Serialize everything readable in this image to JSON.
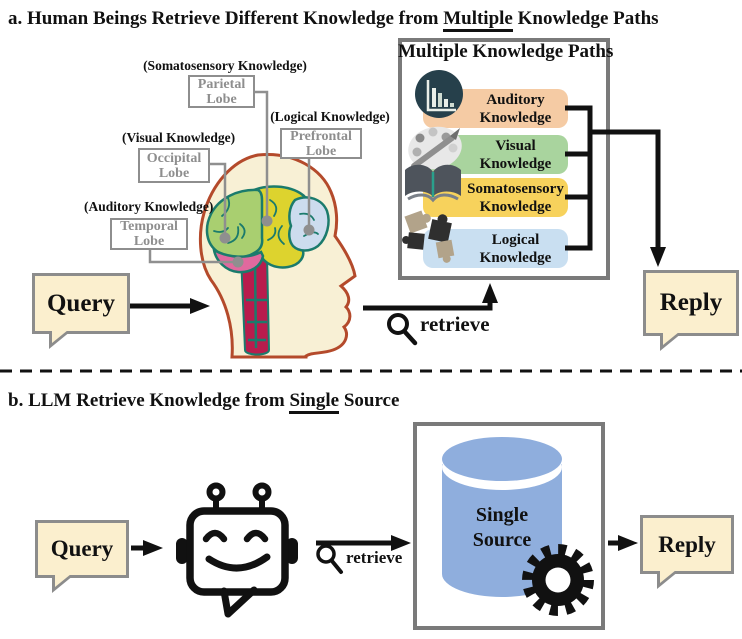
{
  "panel_a": {
    "title": {
      "prefix": "a. Human Beings Retrieve Different Knowledge from ",
      "underlined": "Multiple",
      "suffix": " Knowledge Paths"
    },
    "brain": {
      "captions": {
        "somatosensory": "(Somatosensory Knowledge)",
        "logical": "(Logical Knowledge)",
        "visual": "(Visual Knowledge)",
        "auditory": "(Auditory Knowledge)"
      },
      "lobes": {
        "parietal": {
          "line1": "Parietal",
          "line2": "Lobe"
        },
        "prefrontal": {
          "line1": "Prefrontal",
          "line2": "Lobe"
        },
        "occipital": {
          "line1": "Occipital",
          "line2": "Lobe"
        },
        "temporal": {
          "line1": "Temporal",
          "line2": "Lobe"
        }
      }
    },
    "paths_box": {
      "title": "Multiple Knowledge Paths",
      "items": [
        {
          "line1": "Auditory",
          "line2": "Knowledge",
          "icon": "bar-chart-icon",
          "color": "#F5CBA4"
        },
        {
          "line1": "Visual",
          "line2": "Knowledge",
          "icon": "palette-icon",
          "color": "#A9D49E"
        },
        {
          "line1": "Somatosensory",
          "line2": "Knowledge",
          "icon": "open-book-icon",
          "color": "#F7D25C"
        },
        {
          "line1": "Logical",
          "line2": "Knowledge",
          "icon": "puzzle-icon",
          "color": "#C9DFF1"
        }
      ]
    },
    "query_label": "Query",
    "reply_label": "Reply",
    "retrieve_label": "retrieve"
  },
  "panel_b": {
    "title": {
      "prefix": "b. LLM Retrieve Knowledge from ",
      "underlined": "Single",
      "suffix": " Source"
    },
    "query_label": "Query",
    "reply_label": "Reply",
    "retrieve_label": "retrieve",
    "source": {
      "line1": "Single",
      "line2": "Source"
    }
  },
  "colors": {
    "bubble_fill": "#FBEFCE",
    "bubble_border": "#8C8C8C",
    "box_border": "#7A7A7A",
    "auditory_bar": "#F5CBA4",
    "visual_bar": "#A9D49E",
    "somatosensory_bar": "#F7D25C",
    "logical_bar": "#C9DFF1",
    "cylinder_blue": "#8FAEDD",
    "arrow_black": "#111111",
    "leader_gray": "#8F8F8F",
    "brain_green": "#A9CF70",
    "brain_yellow": "#DDD32E",
    "brain_blue": "#CCDCEE",
    "brain_pink": "#E0699E",
    "brain_stem": "#B81C4D",
    "brain_fold_teal": "#1B7B6C",
    "head_fill": "#F8F0D5",
    "head_outline": "#B44A2B"
  }
}
